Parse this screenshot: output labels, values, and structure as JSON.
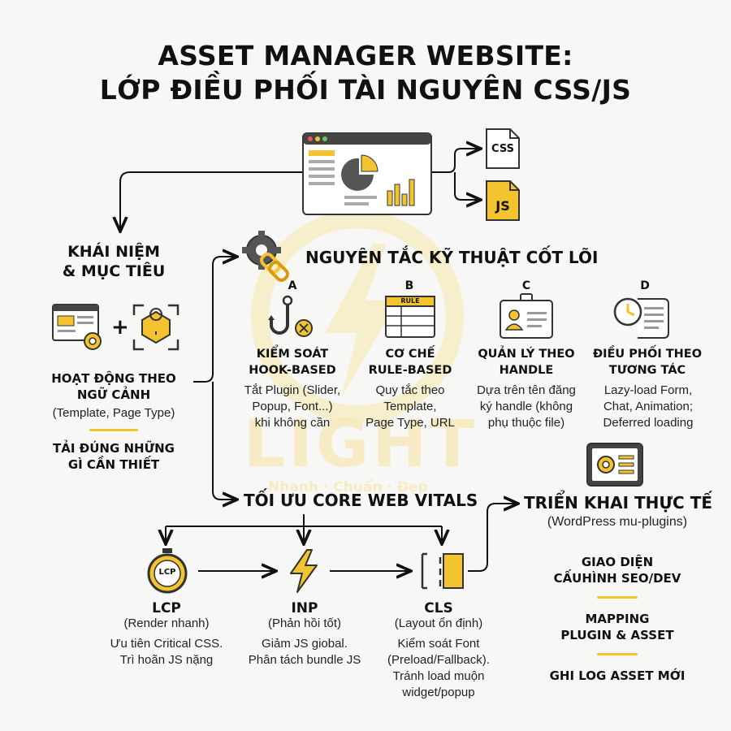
{
  "title_line1": "ASSET MANAGER WEBSITE:",
  "title_line2": "LỚP ĐIỀU PHỐI TÀI NGUYÊN CSS/JS",
  "file_css": "CSS",
  "file_js": "JS",
  "watermark": {
    "big": "LIGHT",
    "small": "Nhanh · Chuẩn · Đẹp"
  },
  "concept": {
    "heading_line1": "KHÁI NIỆM",
    "heading_line2": "& MỤC TIÊU",
    "context_line1": "HOẠT ĐỘNG THEO",
    "context_line2": "NGỮ CẢNH",
    "context_note": "(Template, Page Type)",
    "goal_line1": "TẢI ĐÚNG NHỮNG",
    "goal_line2": "GÌ CẦN THIẾT"
  },
  "principles": {
    "heading": "NGUYÊN TẮC KỸ THUẬT CỐT LÕI",
    "rule_label": "RULE",
    "items": [
      {
        "letter": "A",
        "title_line1": "KIỂM SOÁT",
        "title_line2": "HOOK-BASED",
        "desc": [
          "Tắt Plugin (Slider,",
          "Popup, Font...)",
          "khi không cần"
        ]
      },
      {
        "letter": "B",
        "title_line1": "CƠ CHẾ",
        "title_line2": "RULE-BASED",
        "desc": [
          "Quy tắc theo",
          "Template,",
          "Page Type, URL"
        ]
      },
      {
        "letter": "C",
        "title_line1": "QUẢN LÝ THEO",
        "title_line2": "HANDLE",
        "desc": [
          "Dựa trên tên đăng",
          "ký handle (không",
          "phụ thuộc file)"
        ]
      },
      {
        "letter": "D",
        "title_line1": "ĐIỀU PHỐI THEO",
        "title_line2": "TƯƠNG TÁC",
        "desc": [
          "Lazy-load Form,",
          "Chat, Animation;",
          "Deferred loading"
        ]
      }
    ]
  },
  "cwv": {
    "heading": "TỐI ƯU CORE WEB VITALS",
    "lcp_badge": "LCP",
    "items": [
      {
        "title": "LCP",
        "subtitle": "(Render nhanh)",
        "desc": [
          "Ưu tiên Critical CSS.",
          "Trì hoãn JS nặng"
        ]
      },
      {
        "title": "INP",
        "subtitle": "(Phản hồi tốt)",
        "desc": [
          "Giảm JS giobal.",
          "Phân tách bundle JS"
        ]
      },
      {
        "title": "CLS",
        "subtitle": "(Layout ổn định)",
        "desc": [
          "Kiểm soát Font",
          "(Preload/Fallback).",
          "Tránh load muộn",
          "widget/popup"
        ]
      }
    ]
  },
  "deploy": {
    "heading": "TRIỂN KHAI THỰC TẾ",
    "subtitle": "(WordPress mu-plugins)",
    "items": [
      {
        "line1": "GIAO DIỆN",
        "line2": "CẤUHÌNH SEO/DEV"
      },
      {
        "line1": "MAPPING",
        "line2": "PLUGIN & ASSET"
      },
      {
        "line1": "GHI LOG ASSET MỚI",
        "line2": ""
      }
    ]
  },
  "colors": {
    "accent": "#f4c430",
    "ink": "#111111",
    "frame": "#3a3a3a",
    "bg": "#f7f7f5"
  }
}
